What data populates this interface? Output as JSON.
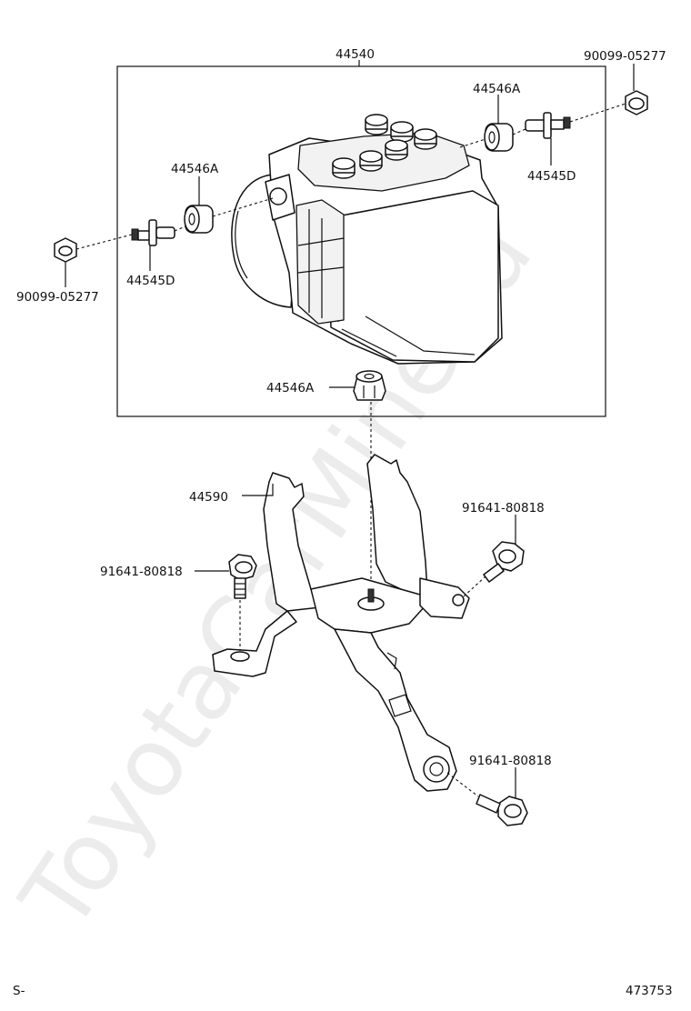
{
  "watermark": "ToyotaCarMine.ru",
  "labels": {
    "assembly_44540": "44540",
    "bolt_top_right": "90099-05277",
    "bolt_left": "90099-05277",
    "cushion_top_right": "44546A",
    "cushion_left": "44546A",
    "cushion_bottom": "44546A",
    "stud_right": "44545D",
    "stud_left": "44545D",
    "bracket_44590": "44590",
    "bolt_right_upper": "91641-80818",
    "bolt_left_mid": "91641-80818",
    "bolt_right_lower": "91641-80818"
  },
  "footer": {
    "left_code": "S-",
    "right_code": "473753"
  }
}
